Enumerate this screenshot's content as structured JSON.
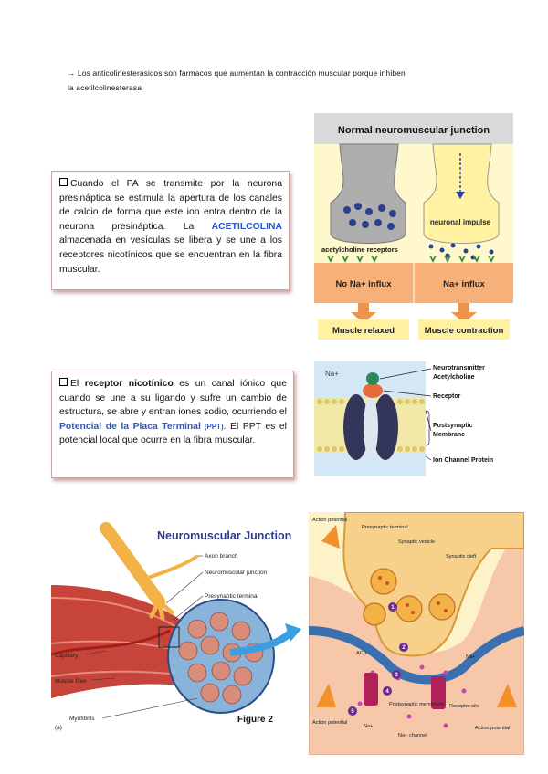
{
  "intro": {
    "arrow": "→",
    "line1": "Los anticolinesterásicos son fármacos que aumentan la contracción muscular porque inhiben",
    "line2": "la acetilcolinesterasa"
  },
  "box1": {
    "bullet_icon": "checkbox-square-icon",
    "text_a": "Cuando el PA se transmite por la neurona presináptica se estimula la apertura de los canales de calcio de forma que este ion entra dentro de la neurona presináptica. La ",
    "highlight": "ACETILCOLINA",
    "text_b": " almacenada en vesículas se libera y se une a los receptores nicotínicos que se encuentran en la fibra muscular."
  },
  "box2": {
    "bullet_icon": "checkbox-square-icon",
    "text_a": "El ",
    "bold": "receptor nicotínico",
    "text_b": " es un canal iónico que cuando se une a su ligando y sufre un cambio de estructura, se abre y entran iones sodio, ocurriendo el ",
    "highlight": "Potencial de la Placa Terminal",
    "small": " (PPT)",
    "text_c": ". El PPT es el potencial local que ocurre en la fibra muscular."
  },
  "fig_nmj": {
    "title": "Normal neuromuscular junction",
    "impulse": "neuronal impulse",
    "receptors": "acetylcholine receptors",
    "no_influx": "No Na+ influx",
    "influx": "Na+ influx",
    "relaxed": "Muscle relaxed",
    "contraction": "Muscle contraction"
  },
  "fig_receptor": {
    "na": "Na+",
    "neurotransmitter": "Neurotransmitter",
    "acetylcholine": "Acetylcholine",
    "receptor": "Receptor",
    "postsynaptic": "Postsynaptic",
    "membrane": "Membrane",
    "channel": "Ion Channel Protein"
  },
  "fig_junction": {
    "title": "Neuromuscular Junction",
    "axon": "Axon branch",
    "nmj": "Neuromuscular junction",
    "presyn": "Presynaptic terminal",
    "capillary": "Capillary",
    "muscle": "Muscle fiber",
    "myofibrils": "Myofibrils",
    "figure": "Figure 2",
    "panel": "(a)"
  },
  "fig_synapse": {
    "ap_top": "Action potential",
    "presyn": "Presynaptic terminal",
    "vesicle": "Synaptic vesicle",
    "cleft": "Synaptic cleft",
    "ach": "ACh",
    "na_right": "Na+",
    "na_bottom": "Na+",
    "postsyn": "Postsynaptic membrane",
    "receptor": "Receptor site",
    "channel": "Na+ channel",
    "ap_left": "Action potential",
    "ap_right": "Action potential",
    "steps": [
      "1",
      "2",
      "3",
      "4",
      "5"
    ]
  }
}
